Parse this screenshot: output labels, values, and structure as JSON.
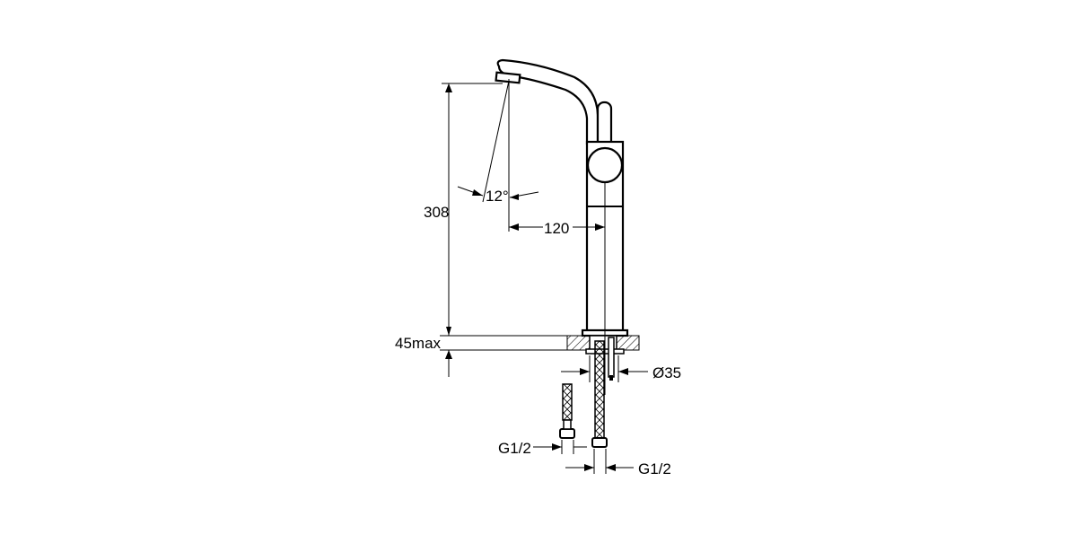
{
  "drawing": {
    "subject": "faucet-technical-drawing",
    "dimensions": {
      "height": "308",
      "angle": "12°",
      "reach": "120",
      "deck_thickness": "45max",
      "hole_diameter": "Ø35",
      "connection_left": "G1/2",
      "connection_right": "G1/2"
    }
  }
}
